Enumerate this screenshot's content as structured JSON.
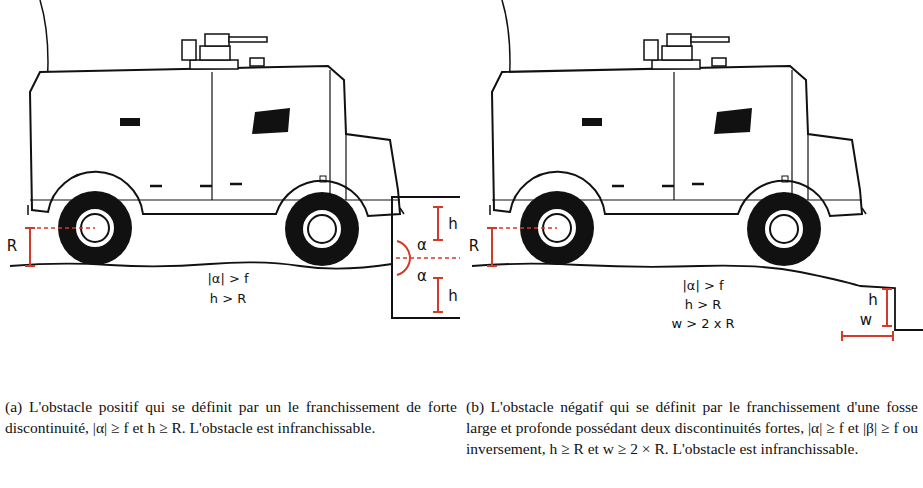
{
  "diagram": {
    "labels": [
      "R",
      "α",
      "h",
      "α",
      "h",
      "|α| > f",
      "h > R",
      "(a) L'obstacle positif qui se définit par un le franchissement de forte discontinuité, |α| ≥ f et h ≥ R. L'obstacle est infranchissable.",
      "R",
      "|α| > f",
      "h > R",
      "w > 2 x R",
      "h",
      "w",
      "(b) L'obstacle négatif qui se définit par le franchissement d'une fosse large et profonde possédant deux discontinuités fortes, |α| ≥ f et |β| ≥ f ou inversement, h ≥ R et w ≥ 2 × R. L'obstacle est infranchissable."
    ]
  }
}
